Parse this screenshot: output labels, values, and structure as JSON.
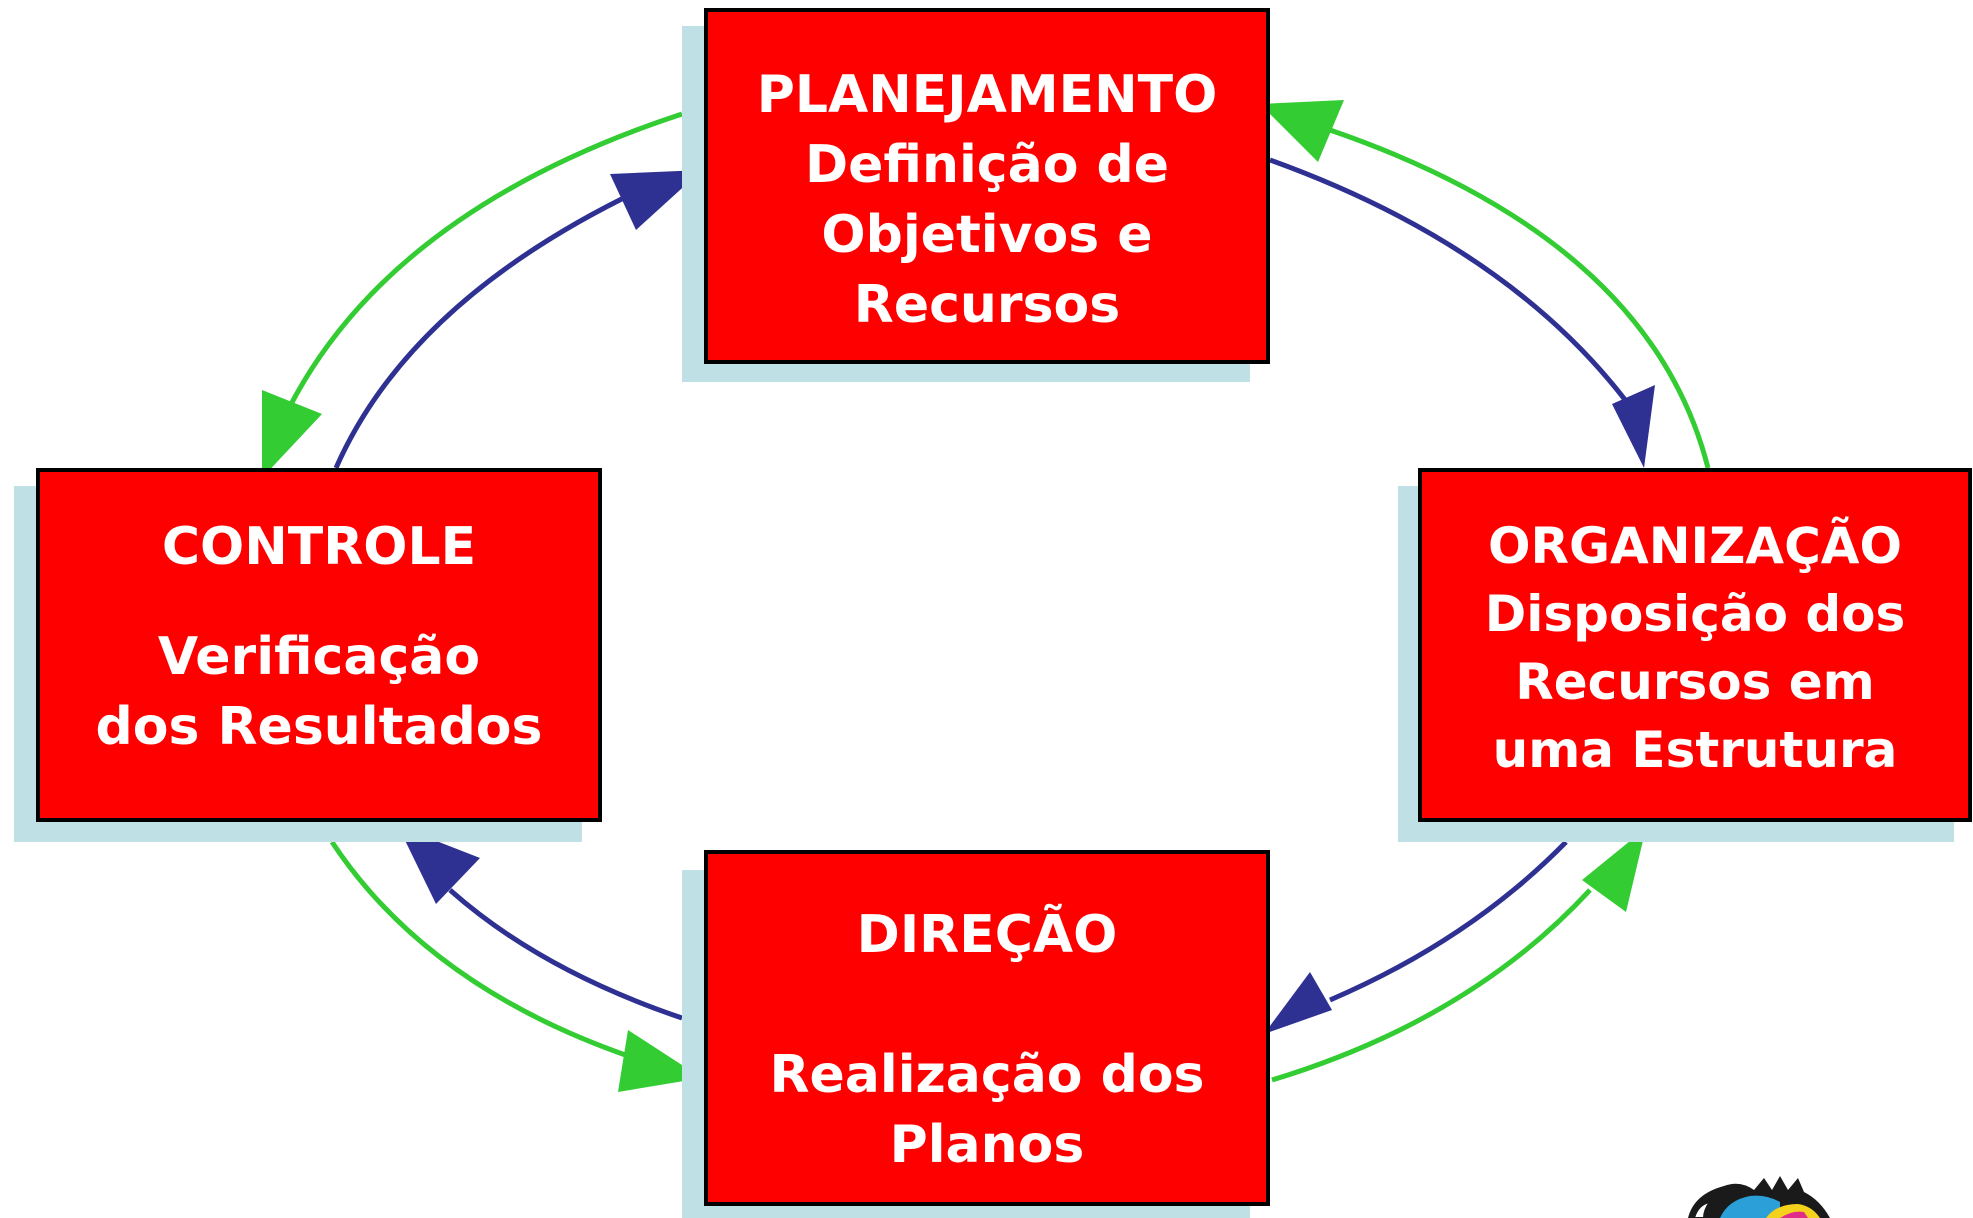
{
  "diagram": {
    "nodes": {
      "planejamento": {
        "title": "PLANEJAMENTO",
        "lines": [
          "Definição de",
          "Objetivos e",
          "Recursos"
        ]
      },
      "organizacao": {
        "title": "ORGANIZAÇÃO",
        "lines": [
          "Disposição dos",
          "Recursos em",
          "uma Estrutura"
        ]
      },
      "direcao": {
        "title": "DIREÇÃO",
        "lines": [
          "Realização dos",
          "Planos"
        ]
      },
      "controle": {
        "title": "CONTROLE",
        "lines": [
          "Verificação",
          "dos Resultados"
        ]
      }
    },
    "edges": [
      {
        "from": "PLANEJAMENTO",
        "to": "ORGANIZAÇÃO",
        "color": "#2e3192"
      },
      {
        "from": "ORGANIZAÇÃO",
        "to": "PLANEJAMENTO",
        "color": "#33cc33"
      },
      {
        "from": "ORGANIZAÇÃO",
        "to": "DIREÇÃO",
        "color": "#2e3192"
      },
      {
        "from": "DIREÇÃO",
        "to": "ORGANIZAÇÃO",
        "color": "#33cc33"
      },
      {
        "from": "DIREÇÃO",
        "to": "CONTROLE",
        "color": "#2e3192"
      },
      {
        "from": "CONTROLE",
        "to": "DIREÇÃO",
        "color": "#33cc33"
      },
      {
        "from": "CONTROLE",
        "to": "PLANEJAMENTO",
        "color": "#2e3192"
      },
      {
        "from": "PLANEJAMENTO",
        "to": "CONTROLE",
        "color": "#33cc33"
      }
    ],
    "colors": {
      "box_fill": "#ff0000",
      "box_border": "#000000",
      "box_shadow": "#bfe0e4",
      "text": "#ffffff",
      "clockwise_arrow": "#2e3192",
      "counter_arrow": "#33cc33"
    },
    "logo_icon": "decorative-logo-icon"
  }
}
